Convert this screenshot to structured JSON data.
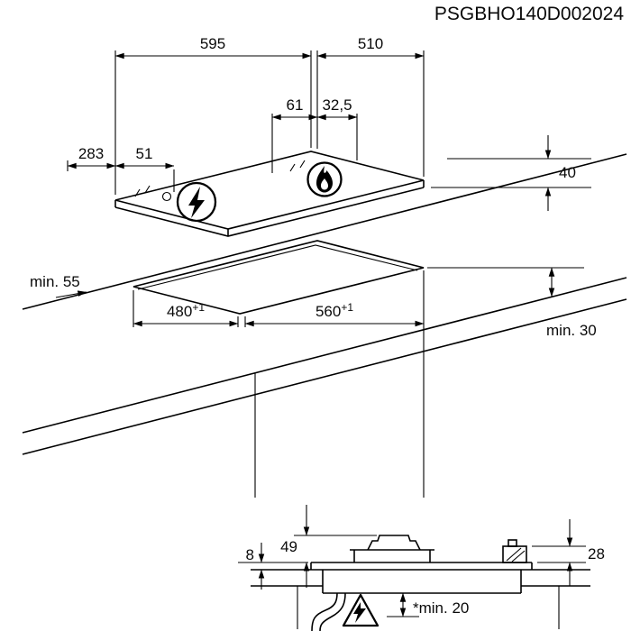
{
  "title": "PSGBHO140D002024",
  "top_view": {
    "width": "595",
    "depth": "510",
    "burner_offset": "61",
    "burner_offset_half": "32,5",
    "dim_left_outer": "283",
    "dim_left_inner": "51",
    "height": "40"
  },
  "cutout": {
    "depth": "480",
    "depth_tolerance": "+1",
    "width": "560",
    "width_tolerance": "+1",
    "clearance_rear": "min. 55",
    "clearance_front": "min. 30"
  },
  "cross_section": {
    "burner_above_top": "49",
    "hob_above_top": "8",
    "fitting_height": "28",
    "clearance_below": "*min. 20"
  },
  "icons": {
    "left_burner": "lightning",
    "right_burner": "flame",
    "warning": "electric-hazard-triangle"
  },
  "colors": {
    "line": "#000000",
    "background": "#ffffff",
    "text": "#000000"
  }
}
